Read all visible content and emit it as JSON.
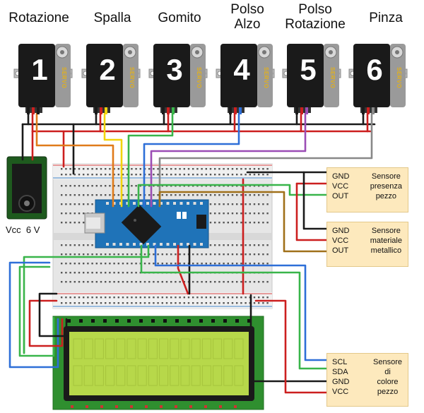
{
  "servos": [
    {
      "number": "1",
      "title_lines": [
        "Rotazione"
      ],
      "tag": "SERVO",
      "wire_color": "#1a1a1a"
    },
    {
      "number": "2",
      "title_lines": [
        "Spalla"
      ],
      "tag": "SERVO",
      "wire_color": "#f2d40c"
    },
    {
      "number": "3",
      "title_lines": [
        "Gomito"
      ],
      "tag": "SERVO",
      "wire_color": "#39b54a"
    },
    {
      "number": "4",
      "title_lines": [
        "Polso",
        "Alzo"
      ],
      "tag": "SERVO",
      "wire_color": "#2e6fd8"
    },
    {
      "number": "5",
      "title_lines": [
        "Polso",
        "Rotazione"
      ],
      "tag": "SERVO",
      "wire_color": "#9b4db5"
    },
    {
      "number": "6",
      "title_lines": [
        "Pinza"
      ],
      "tag": "SERVO",
      "wire_color": "#888888"
    }
  ],
  "power": {
    "label": "Vcc  6 V"
  },
  "sensors": [
    {
      "pins": [
        "GND",
        "VCC",
        "OUT"
      ],
      "desc_lines": [
        "Sensore",
        "presenza",
        "pezzo"
      ]
    },
    {
      "pins": [
        "GND",
        "VCC",
        "OUT"
      ],
      "desc_lines": [
        "Sensore",
        "materiale",
        "metallico"
      ]
    },
    {
      "pins": [
        "SCL",
        "SDA",
        "GND",
        "VCC"
      ],
      "desc_lines": [
        "Sensore",
        "di",
        "colore",
        "pezzo"
      ]
    }
  ],
  "colors": {
    "wire_black": "#1a1a1a",
    "wire_red": "#cc1f1f",
    "wire_orange": "#e07b1a",
    "wire_yellow": "#f2d40c",
    "wire_green": "#39b54a",
    "wire_blue": "#2e6fd8",
    "wire_purple": "#9b4db5",
    "wire_gray": "#888888",
    "wire_brown": "#a0701a",
    "arduino_blue": "#1f73b8",
    "lcd_frame": "#2f8f2f",
    "lcd_screen": "#b7d84a",
    "note_fill": "#fde9bd"
  }
}
